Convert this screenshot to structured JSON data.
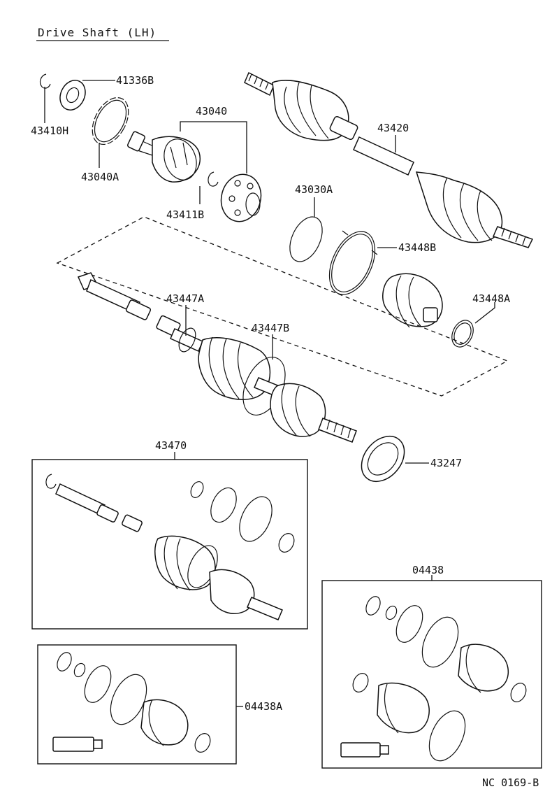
{
  "title": "Drive Shaft (LH)",
  "code": "NC 0169-B",
  "labels": {
    "p41336B": "41336B",
    "p43410H": "43410H",
    "p43040A": "43040A",
    "p43040": "43040",
    "p43411B": "43411B",
    "p43420": "43420",
    "p43030A": "43030A",
    "p43448B": "43448B",
    "p43447A": "43447A",
    "p43447B": "43447B",
    "p43448A": "43448A",
    "p43247": "43247",
    "p43470": "43470",
    "p04438": "04438",
    "p04438A": "04438A"
  }
}
